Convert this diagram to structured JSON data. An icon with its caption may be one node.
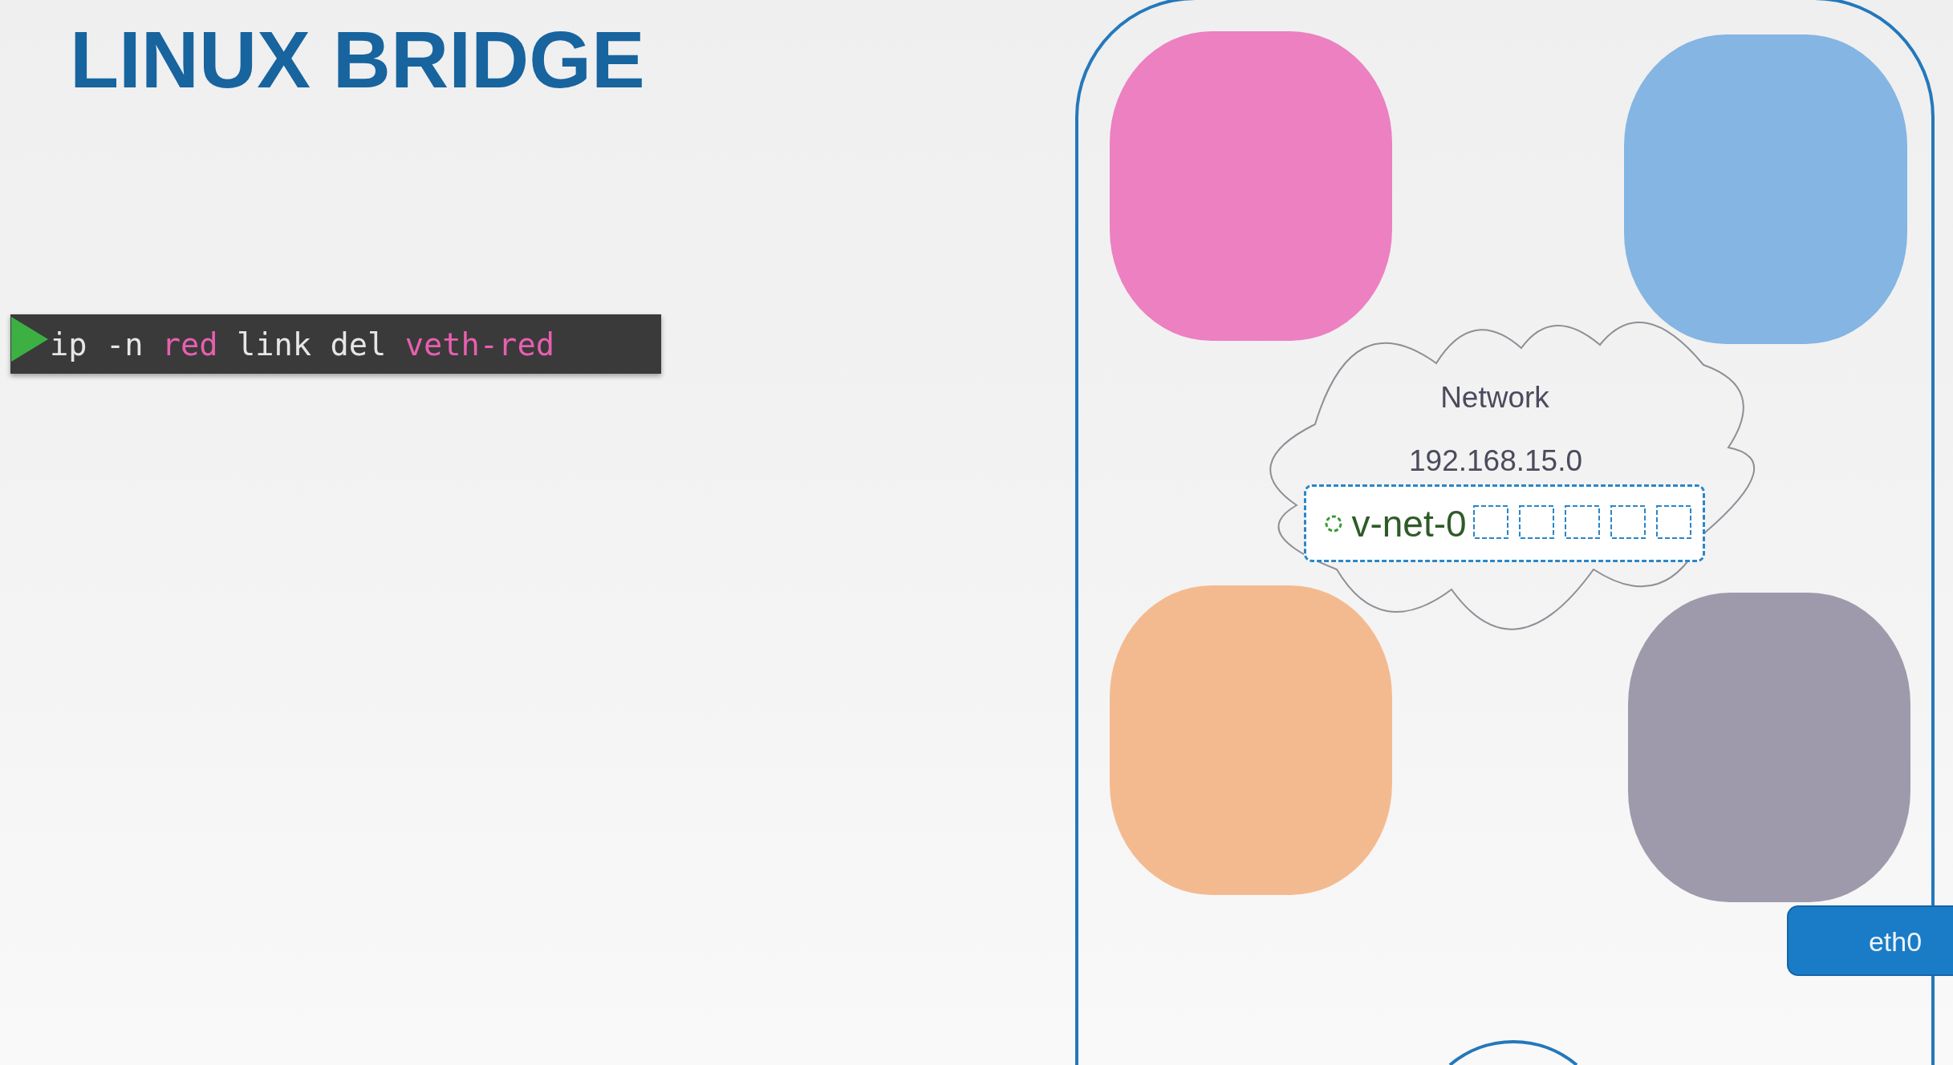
{
  "diagram": {
    "title": "LINUX BRIDGE",
    "nodes": [
      {
        "text": [
          "ip -n red link del veth-red"
        ]
      },
      {
        "text": [],
        "shape": "box"
      },
      {
        "text": [],
        "shape": "box",
        "in": 1
      },
      {
        "text": [],
        "shape": "box",
        "in": 1
      },
      {
        "text": [
          "Network",
          "192.168.15.0"
        ],
        "in": 1
      },
      {
        "text": [
          "v-net-0"
        ],
        "in": 4
      },
      {
        "text": [],
        "shape": "box",
        "in": 1
      },
      {
        "text": [],
        "shape": "box",
        "in": 1
      },
      {
        "text": [
          "eth0"
        ]
      },
      {
        "text": [],
        "shape": "circle",
        "in": 1
      }
    ]
  }
}
